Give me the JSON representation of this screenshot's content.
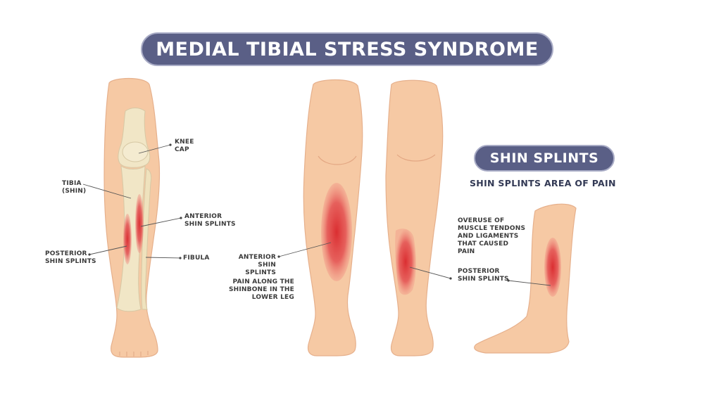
{
  "title": "MEDIAL TIBIAL STRESS SYNDROME",
  "section_title": "SHIN SPLINTS",
  "subheading": "SHIN SPLINTS AREA OF PAIN",
  "labels": {
    "knee_cap": "KNEE\nCAP",
    "tibia": "TIBIA\n(SHIN)",
    "anterior_left": "ANTERIOR\nSHIN SPLINTS",
    "fibula": "FIBULA",
    "posterior_left": "POSTERIOR\nSHIN SPLINTS",
    "anterior_mid": "ANTERIOR\nSHIN SPLINTS",
    "pain_along": "PAIN ALONG THE\nSHINBONE IN THE\nLOWER LEG",
    "overuse": "OVERUSE OF\nMUSCLE TENDONS\nAND LIGAMENTS\nTHAT CAUSED\nPAIN",
    "posterior_right": "POSTERIOR\nSHIN SPLINTS"
  },
  "colors": {
    "title_pill": "#5a5f86",
    "skin": "#f6c9a4",
    "skin_shade": "#eaa986",
    "bone": "#f1e6c6",
    "pain": "#e0393b"
  }
}
